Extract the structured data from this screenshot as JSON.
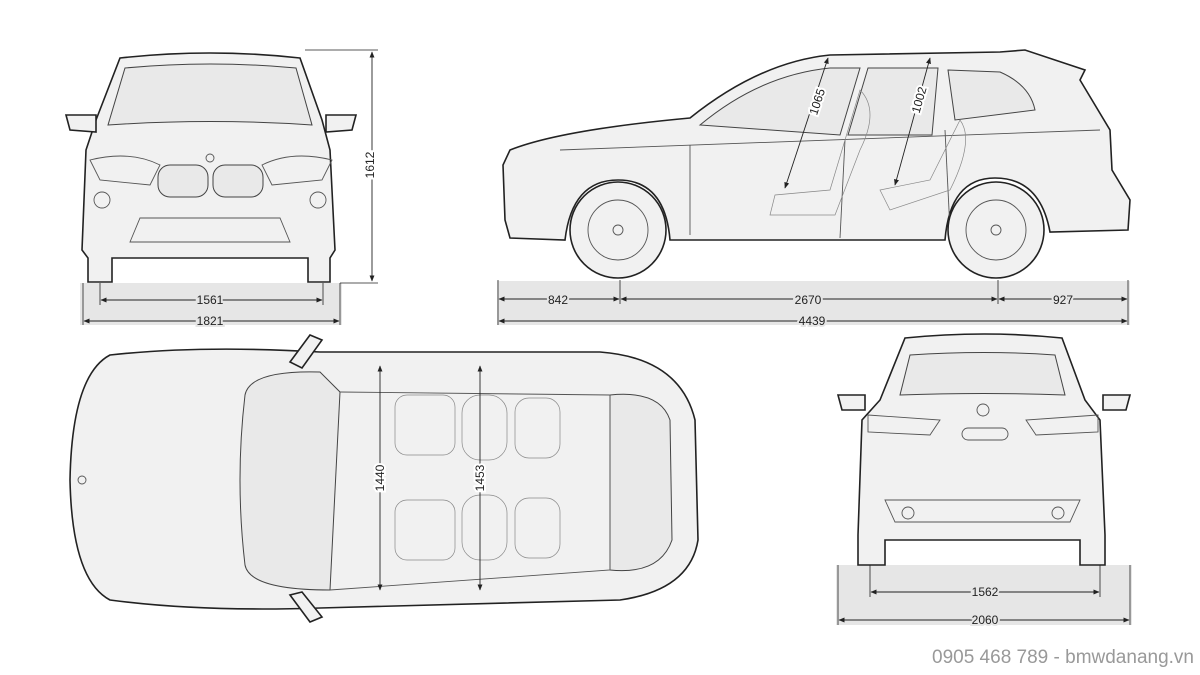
{
  "front_view": {
    "height": "1612",
    "track": "1561",
    "width": "1821"
  },
  "side_view": {
    "front_overhang": "842",
    "wheelbase": "2670",
    "rear_overhang": "927",
    "length": "4439",
    "front_headroom": "1065",
    "rear_headroom": "1002"
  },
  "top_view": {
    "front_shoulder": "1440",
    "rear_shoulder": "1453"
  },
  "rear_view": {
    "track": "1562",
    "width": "2060"
  },
  "watermark": "0905 468 789 - bmwdanang.vn",
  "colors": {
    "background": "#ffffff",
    "body_fill": "#f1f1f1",
    "outline": "#222222",
    "dimension_band": "#e6e6e6",
    "watermark": "#999999"
  }
}
